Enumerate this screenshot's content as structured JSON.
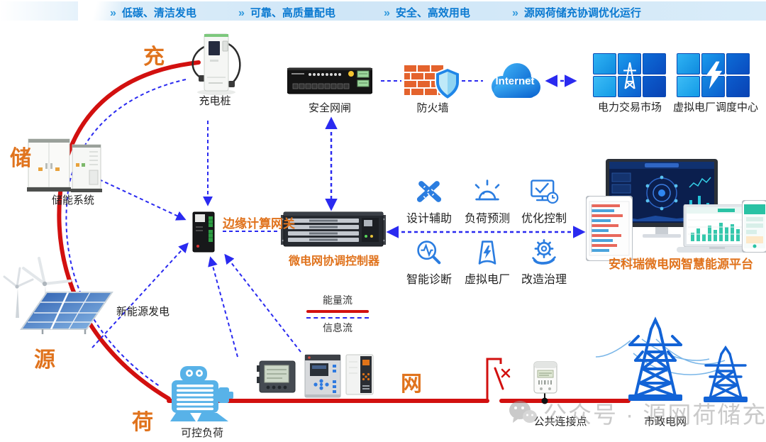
{
  "banner": {
    "chevron": "»",
    "items": [
      "低碳、清洁发电",
      "可靠、高质量配电",
      "安全、高效用电",
      "源网荷储充协调优化运行"
    ]
  },
  "ring": {
    "charge": "充",
    "storage": "储",
    "source": "源",
    "load": "荷",
    "grid": "网"
  },
  "nodes": {
    "charging_pile": "充电桩",
    "storage_system": "储能系统",
    "security_gateway": "安全网闸",
    "firewall": "防火墙",
    "internet": "Internet",
    "trading_market": "电力交易市场",
    "vpp_center": "虚拟电厂调度中心",
    "edge_gateway": "边缘计算网关",
    "controller": "微电网协调控制器",
    "new_energy": "新能源发电",
    "load": "可控负荷",
    "pcc": "公共连接点",
    "municipal_grid": "市政电网",
    "platform": "安科瑞微电网智慧能源平台"
  },
  "functions": [
    {
      "label": "设计辅助",
      "icon": "ruler-cross-icon"
    },
    {
      "label": "负荷预测",
      "icon": "alarm-icon"
    },
    {
      "label": "优化控制",
      "icon": "monitor-check-icon"
    },
    {
      "label": "智能诊断",
      "icon": "diagnose-icon"
    },
    {
      "label": "虚拟电厂",
      "icon": "power-plant-icon"
    },
    {
      "label": "改造治理",
      "icon": "gear-wrench-icon"
    }
  ],
  "legend": {
    "energy_flow": "能量流",
    "info_flow": "信息流"
  },
  "watermark": {
    "text": "公众号 · 源网荷储充"
  },
  "colors": {
    "energy_flow": "#d2100f",
    "info_flow": "#2a2af0",
    "accent_orange": "#e0731d",
    "banner_text": "#0b7ad1",
    "tile_blue": "#0d6fd8"
  }
}
